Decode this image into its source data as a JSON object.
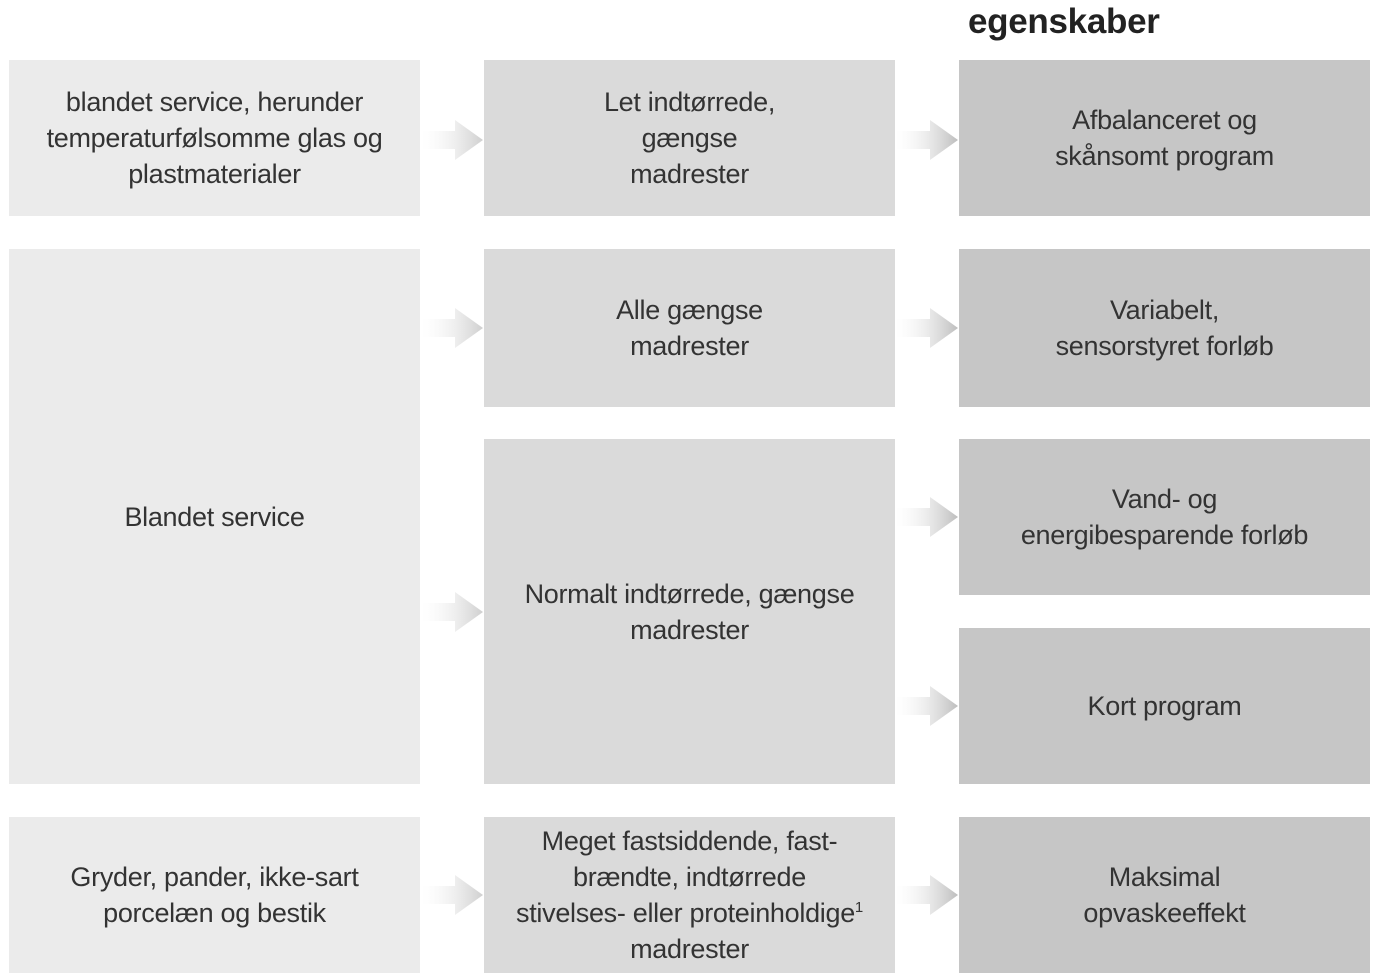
{
  "header": {
    "title": "egenskaber"
  },
  "col1": {
    "box1": [
      "blandet service, herunder",
      "temperaturfølsomme glas og",
      "plastmaterialer"
    ],
    "box2": [
      "Blandet service"
    ],
    "box3": [
      "Gryder, pander, ikke-sart",
      "porcelæn og bestik"
    ]
  },
  "col2": {
    "box1": [
      "Let indtørrede,",
      "gængse",
      "madrester"
    ],
    "box2": [
      "Alle gængse",
      "madrester"
    ],
    "box3": [
      "Normalt indtørrede, gængse",
      "madrester"
    ],
    "box4": [
      "Meget fastsiddende, fast-",
      "brændte, indtørrede",
      "stivelses- eller proteinholdige",
      "madrester"
    ],
    "box4_footnote": "1"
  },
  "col3": {
    "box1": [
      "Afbalanceret og",
      "skånsomt program"
    ],
    "box2": [
      "Variabelt,",
      "sensorstyret forløb"
    ],
    "box3": [
      "Vand- og",
      "energibesparende forløb"
    ],
    "box4": [
      "Kort program"
    ],
    "box5": [
      "Maksimal",
      "opvaskeeffekt"
    ]
  },
  "colors": {
    "col1_bg": "#ebebeb",
    "col2_bg": "#dadada",
    "col3_bg": "#c6c6c6",
    "arrow": "#d4d4d4"
  }
}
